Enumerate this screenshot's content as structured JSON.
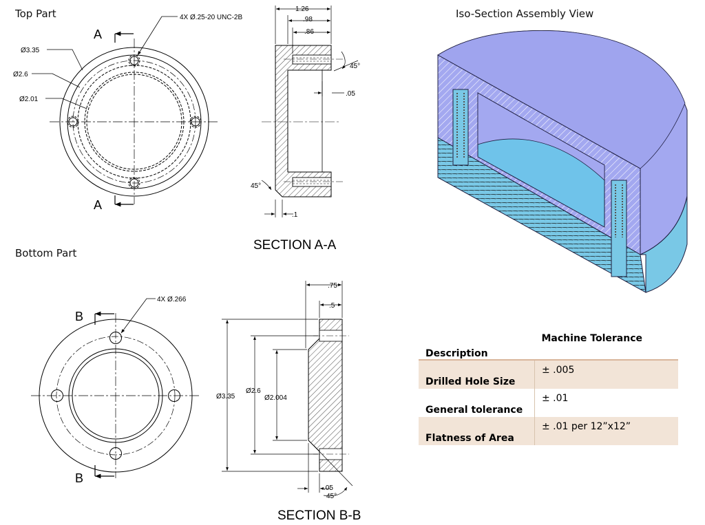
{
  "captions": {
    "top_part": "Top Part",
    "bottom_part": "Bottom Part",
    "iso_view": "Iso-Section Assembly View"
  },
  "top_view": {
    "section_label_top": "A",
    "section_label_bottom": "A",
    "dia_outer": "Ø3.35",
    "dia_middle": "Ø2.6",
    "dia_inner": "Ø2.01",
    "hole_callout": "4X Ø.25-20 UNC-2B"
  },
  "section_a": {
    "title": "SECTION A-A",
    "dim_overall": "1.26",
    "dim_98": ".98",
    "dim_86": ".86",
    "dim_45_top": "45°",
    "dim_05": ".05",
    "dim_45_bottom": "45°",
    "dim_1": ".1"
  },
  "bottom_view": {
    "section_label_top": "B",
    "section_label_bottom": "B",
    "hole_callout": "4X Ø.266"
  },
  "section_b": {
    "title": "SECTION B-B",
    "dim_75": ".75",
    "dim_5": ".5",
    "dia_outer": "Ø3.35",
    "dia_middle": "Ø2.6",
    "dia_inner": "Ø2.004",
    "dim_05": ".05",
    "dim_45": "45°"
  },
  "tolerance_table": {
    "header_description": "Description",
    "header_tolerance": "Machine Tolerance",
    "rows": [
      {
        "description": "Drilled Hole Size",
        "tolerance": "± .005"
      },
      {
        "description": "General tolerance",
        "tolerance": "± .01"
      },
      {
        "description": "Flatness of Area",
        "tolerance": "± .01 per 12”x12”"
      }
    ],
    "shade_color": "#f2e4d7"
  },
  "colors": {
    "top_part_fill": "#a3a8f0",
    "bottom_part_fill": "#79c8e6",
    "inner_bore_fill": "#6fc3ea",
    "line": "#000000"
  }
}
